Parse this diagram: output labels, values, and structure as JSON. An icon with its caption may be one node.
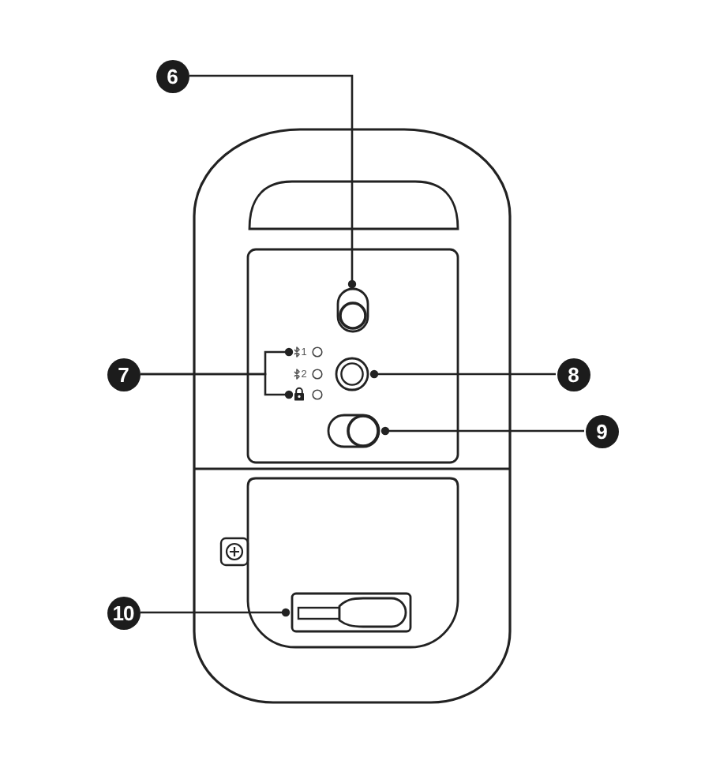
{
  "diagram": {
    "nodes": [
      {
        "text": [
          "6"
        ]
      },
      {
        "text": [],
        "shape": "picture"
      },
      {
        "text": [
          "7"
        ]
      },
      {
        "text": [],
        "shape": "picture"
      },
      {
        "text": [],
        "shape": "picture"
      },
      {
        "text": [
          "8"
        ]
      },
      {
        "text": [],
        "shape": "circle"
      },
      {
        "text": [
          "9"
        ]
      },
      {
        "text": [],
        "shape": "picture"
      },
      {
        "text": [
          "10"
        ]
      },
      {
        "text": [],
        "shape": "picture"
      }
    ],
    "edges": [
      {
        "from": 0,
        "to": 1,
        "arrow": "other"
      },
      {
        "from": 2,
        "to": 3,
        "arrow": "other"
      },
      {
        "from": 2,
        "to": 4,
        "arrow": "other"
      },
      {
        "from": 5,
        "to": 6,
        "arrow": "other"
      },
      {
        "from": 7,
        "to": 8,
        "arrow": "other"
      },
      {
        "from": 9,
        "to": 10,
        "arrow": "other"
      }
    ],
    "labels": [
      "1",
      "2"
    ]
  }
}
